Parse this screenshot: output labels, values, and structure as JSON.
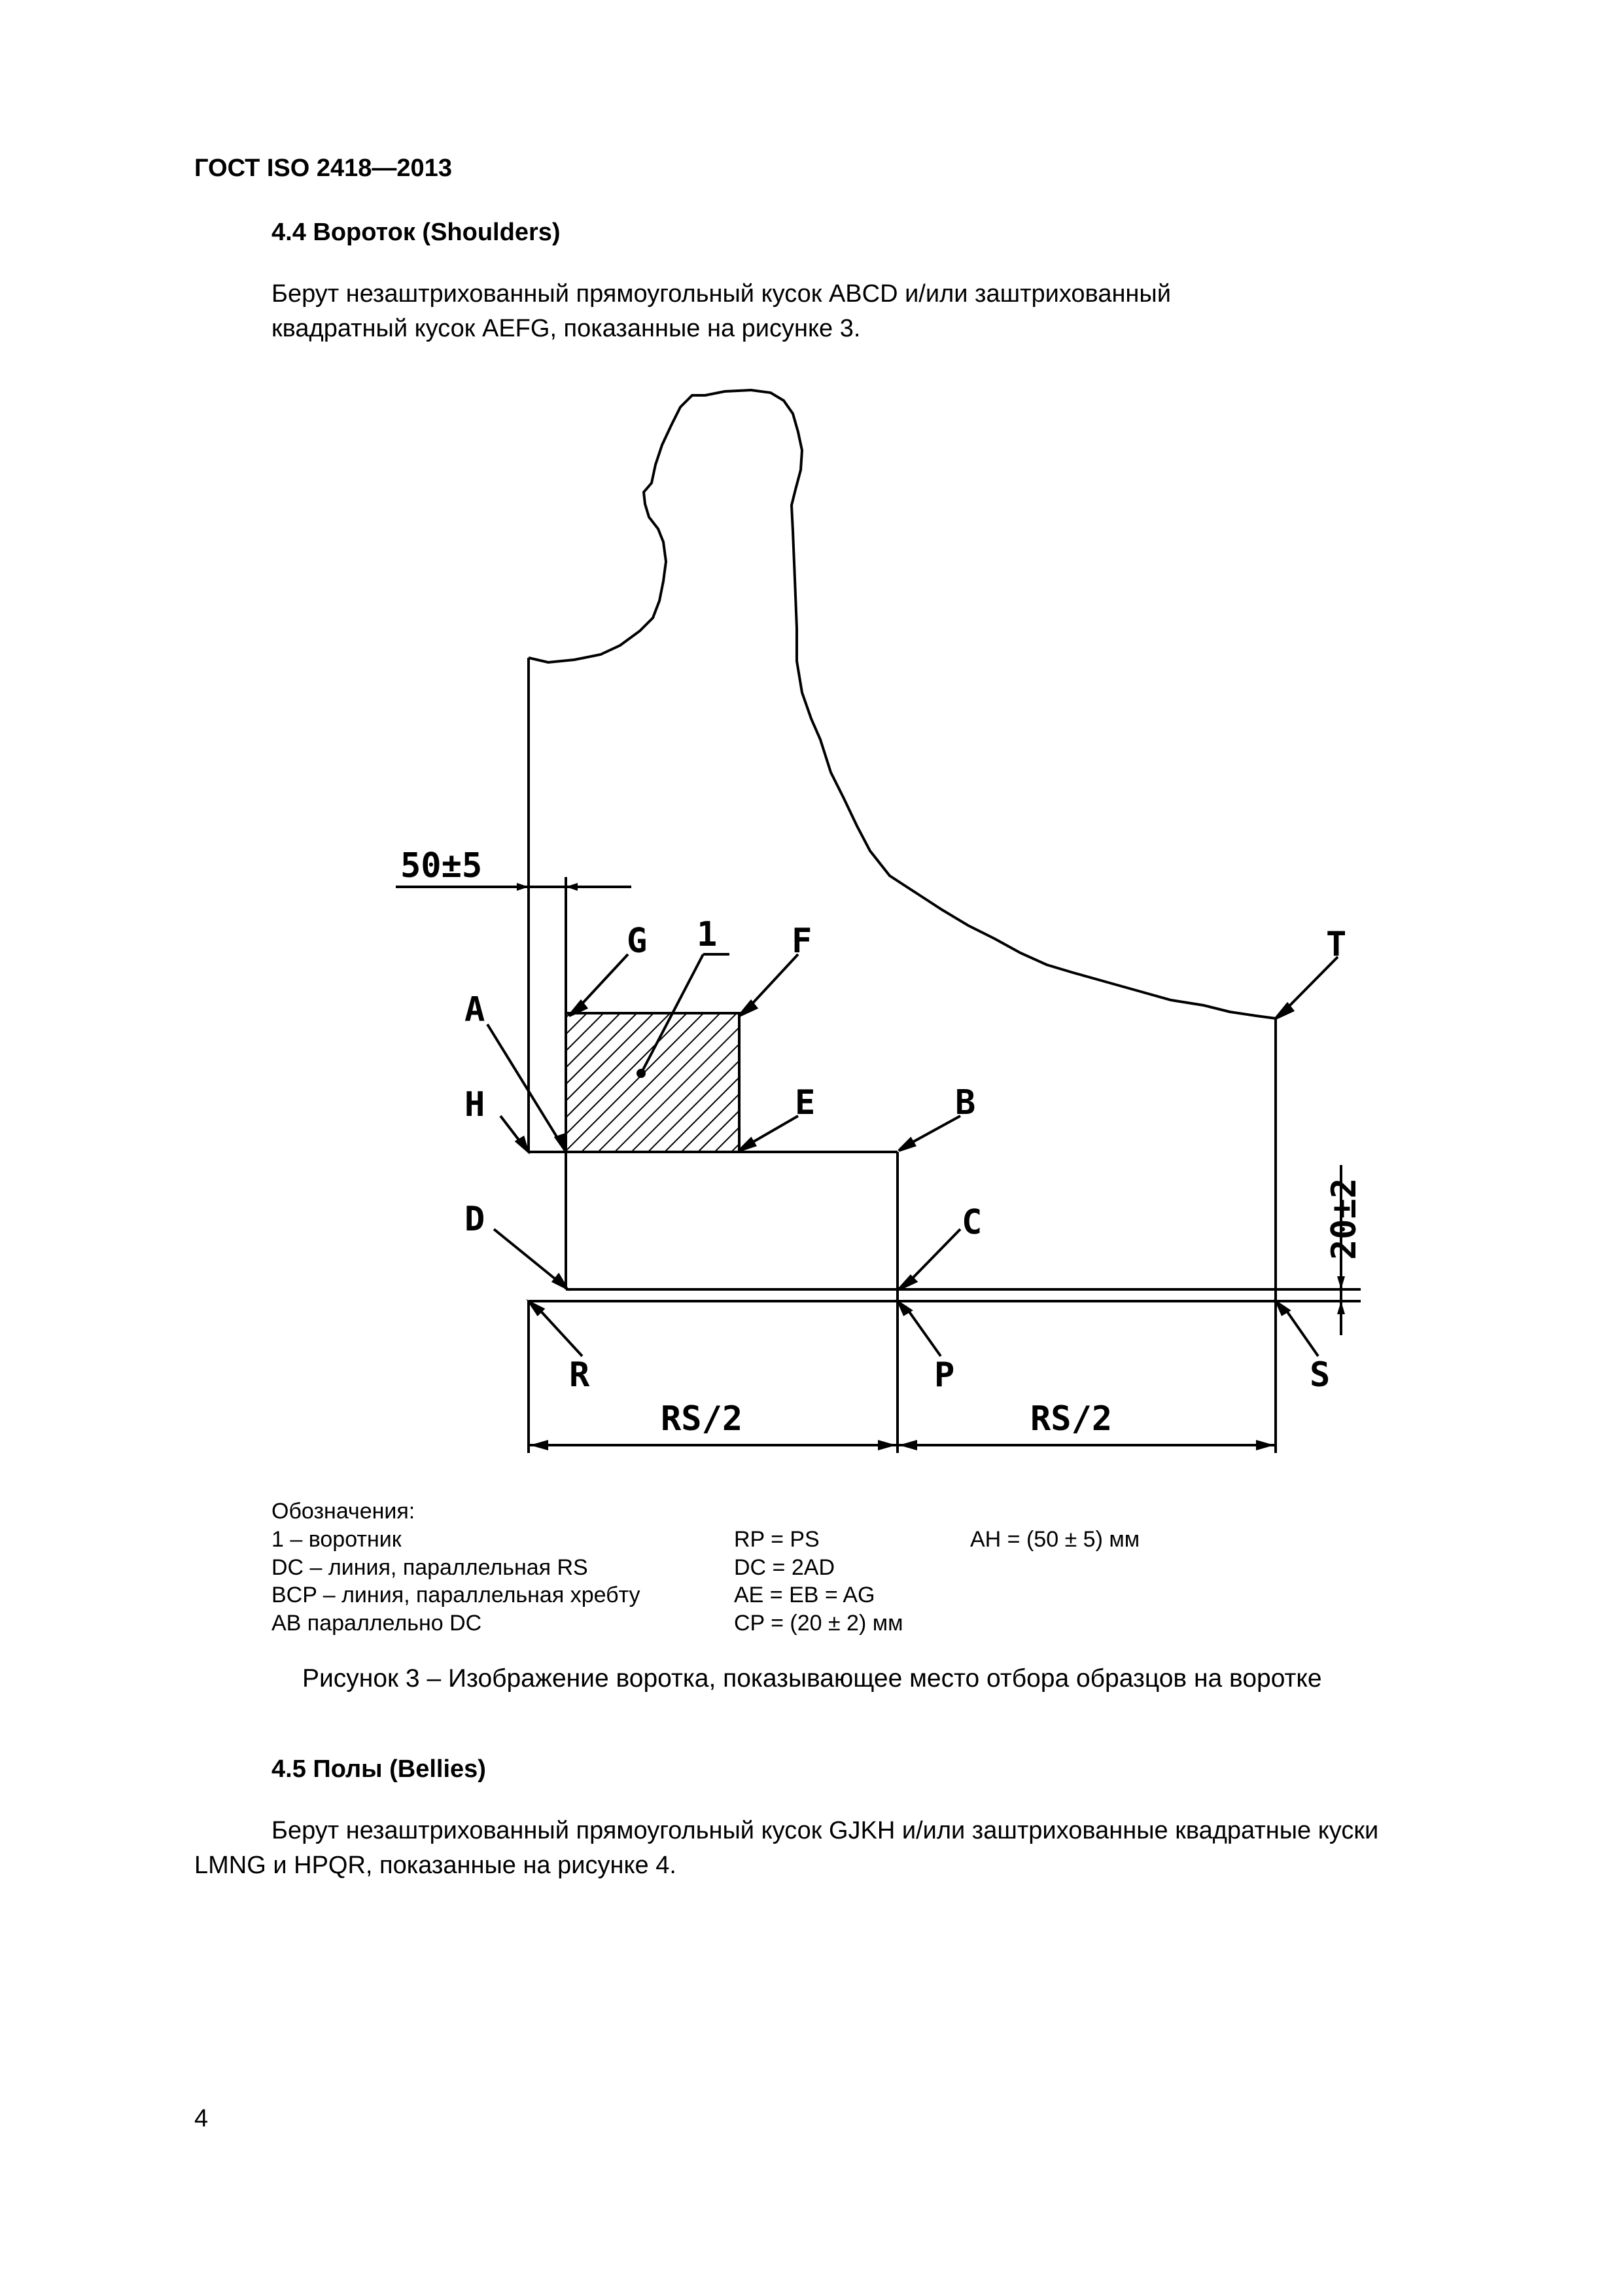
{
  "header": {
    "doc_code": "ГОСТ ISO 2418—2013"
  },
  "section_4_4": {
    "heading": "4.4 Вороток (Shoulders)",
    "line1": "Берут незаштрихованный прямоугольный кусок ABCD и/или заштрихованный",
    "line2": "квадратный кусок AEFG, показанные на рисунке 3."
  },
  "figure": {
    "labels": {
      "dim_50": "50±5",
      "dim_20": "20±2",
      "G": "G",
      "one": "1",
      "F": "F",
      "T": "T",
      "A": "A",
      "H": "H",
      "E": "E",
      "B": "B",
      "D": "D",
      "C": "C",
      "R": "R",
      "P": "P",
      "S": "S",
      "rs_left": "RS/2",
      "rs_right": "RS/2"
    }
  },
  "legend": {
    "title": "Обозначения:",
    "col1": [
      "1 – воротник",
      "DC – линия, параллельная RS",
      "BCP – линия, параллельная хребту",
      "AB параллельно DC"
    ],
    "col2": [
      "RP = PS",
      "DC = 2AD",
      "AE = EB = AG",
      "CP = (20 ± 2) мм"
    ],
    "col3": [
      "AH = (50 ± 5) мм"
    ]
  },
  "caption": "Рисунок 3 – Изображение воротка, показывающее место отбора образцов на воротке",
  "section_4_5": {
    "heading": "4.5 Полы (Bellies)",
    "line1": "Берут незаштрихованный прямоугольный кусок GJKH и/или заштрихованные квадратные куски",
    "line2": "LMNG и HPQR, показанные на рисунке 4."
  },
  "footer": {
    "page_number": "4"
  }
}
